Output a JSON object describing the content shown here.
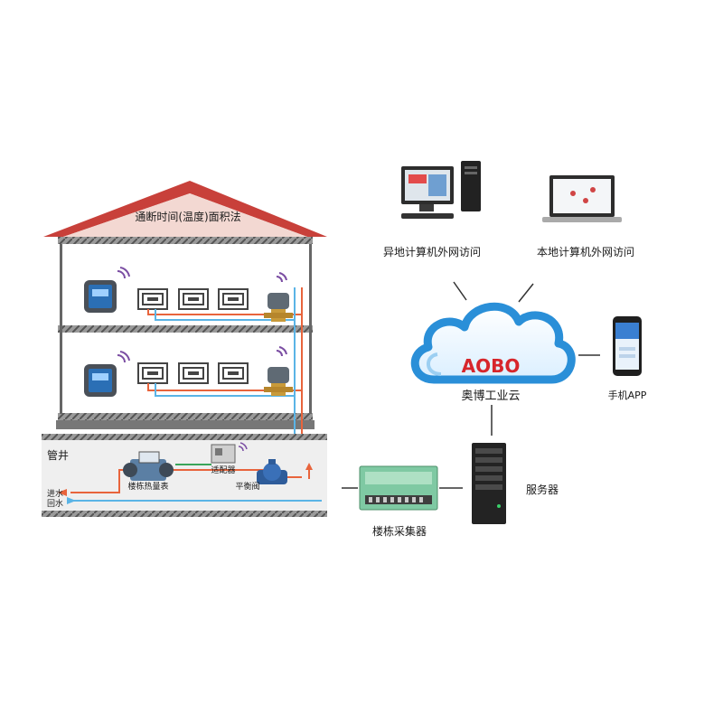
{
  "house": {
    "roof_label": "通断时间(温度)面积法"
  },
  "shaft": {
    "label": "管井",
    "supply_label": "进水",
    "return_label": "回水",
    "heat_meter_label": "楼栋热量表",
    "adapter_label": "适配器",
    "balance_valve_label": "平衡阀"
  },
  "network": {
    "remote_pc_label": "异地计算机外网访问",
    "local_pc_label": "本地计算机外网访问",
    "cloud_logo": "AOBO",
    "cloud_label": "奥博工业云",
    "phone_label": "手机APP",
    "server_label": "服务器",
    "collector_label": "楼栋采集器"
  },
  "colors": {
    "roof": "#c8403a",
    "roof_fill": "#f3d8d2",
    "supply_pipe": "#e8643c",
    "return_pipe": "#5ab4e6",
    "cloud": "#2a8fd8",
    "cloud_logo": "#d7262b",
    "collector": "#7fc9a3"
  }
}
